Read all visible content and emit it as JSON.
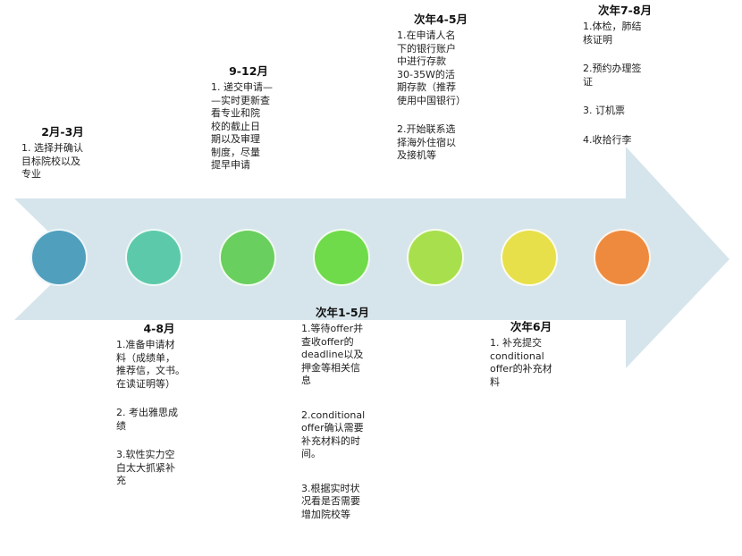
{
  "colors": {
    "arrow": "#d6e5ec",
    "circle_1": "#4f9fbd",
    "circle_2": "#5ccaaa",
    "circle_3": "#69cf5e",
    "circle_4": "#6fdb4a",
    "circle_5": "#a8e04d",
    "circle_6": "#e7e04a",
    "circle_7": "#ee8a3e"
  },
  "phases": {
    "p1": {
      "title": "2月-3月",
      "items": [
        "1. 选择并确认\n目标院校以及\n专业"
      ]
    },
    "p2": {
      "title": "4-8月",
      "items": [
        "1.准备申请材\n料（成绩单，\n推荐信，文书。\n在读证明等）",
        "2. 考出雅思成\n绩",
        "3.软性实力空\n白太大抓紧补\n充"
      ]
    },
    "p3": {
      "title": "9-12月",
      "items": [
        "1. 递交申请—\n—实时更新查\n看专业和院\n校的截止日\n期以及审理\n制度，尽量\n提早申请"
      ]
    },
    "p4": {
      "title": "次年1-5月",
      "items": [
        "1.等待offer并\n查收offer的\ndeadline以及\n押金等相关信\n息",
        "2.conditional\noffer确认需要\n补充材料的时\n间。",
        "3.根据实时状\n况看是否需要\n增加院校等"
      ]
    },
    "p5": {
      "title": "次年4-5月",
      "items": [
        "1.在申请人名\n下的银行账户\n中进行存款\n30-35W的活\n期存款（推荐\n使用中国银行）",
        "2.开始联系选\n择海外住宿以\n及接机等"
      ]
    },
    "p6": {
      "title": "次年6月",
      "items": [
        "1. 补充提交\nconditional\noffer的补充材\n料"
      ]
    },
    "p7": {
      "title": "次年7-8月",
      "items": [
        "1.体检，肺结\n核证明",
        "2.预约办理签\n证",
        "3. 订机票",
        "4.收拾行李"
      ]
    }
  }
}
